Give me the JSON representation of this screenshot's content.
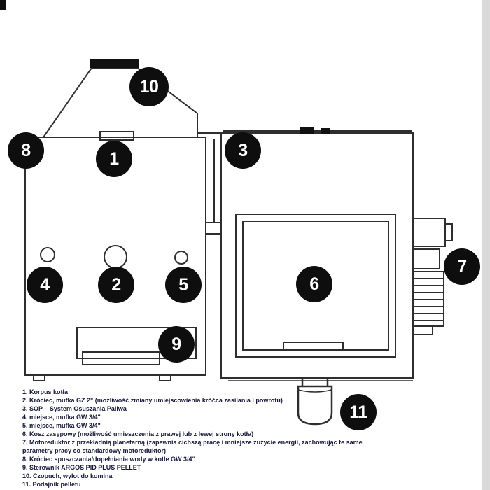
{
  "callouts": [
    {
      "num": "1"
    },
    {
      "num": "2"
    },
    {
      "num": "3"
    },
    {
      "num": "4"
    },
    {
      "num": "5"
    },
    {
      "num": "6"
    },
    {
      "num": "7"
    },
    {
      "num": "8"
    },
    {
      "num": "9"
    },
    {
      "num": "10"
    },
    {
      "num": "11"
    }
  ],
  "legend_items": [
    "1. Korpus kotła",
    "2. Króciec, mufka GZ 2\" (możliwość zmiany umiejscowienia króćca zasilania i powrotu)",
    "3. SOP  – System Osuszania Paliwa",
    "4. miejsce, mufka GW 3/4\"",
    "5. miejsce, mufka GW 3/4\"",
    "6. Kosz zasypowy (możliwość umieszczenia z prawej lub z lewej strony kotła)",
    "7. Motoreduktor z przekładnią planetarną (zapewnia cichszą pracę i mniejsze zużycie energii, zachowując te same parametry pracy co standardowy motoreduktor)",
    "8. Króciec spuszczania/dopełniania wody w kotle GW 3/4\"",
    "9. Sterownik ARGOS PID PLUS PELLET",
    "10. Czopuch, wylot do komina",
    "11. Podajnik pelletu"
  ],
  "colors": {
    "badge_background": "#0e0e0e",
    "badge_text": "#ffffff",
    "line": "#2e2e2e",
    "legend_text": "#16163a",
    "edge_strip": "#dadada"
  }
}
